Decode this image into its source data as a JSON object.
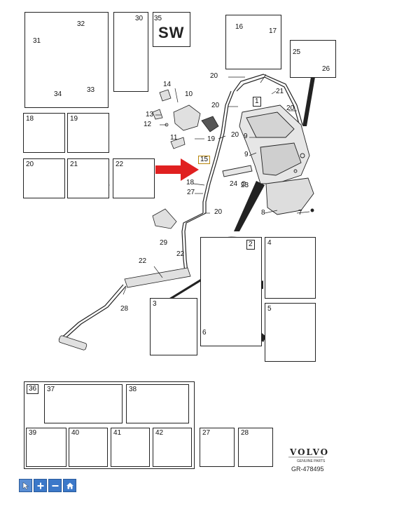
{
  "callouts": {
    "n1": "1",
    "n2": "2",
    "n3": "3",
    "n4": "4",
    "n5": "5",
    "n6": "6",
    "n7": "7",
    "n8": "8",
    "n9a": "9",
    "n9b": "9",
    "n10": "10",
    "n11": "11",
    "n12": "12",
    "n13": "13",
    "n14": "14",
    "n15": "15",
    "n16": "16",
    "n17": "17",
    "n18a": "18",
    "n18b": "18",
    "n19a": "19",
    "n19b": "19",
    "n20a": "20",
    "n20b": "20",
    "n20c": "20",
    "n20d": "20",
    "n20e": "20",
    "n20f": "20",
    "n21a": "21",
    "n21b": "21",
    "n22a": "22",
    "n22b": "22",
    "n22c": "22",
    "n23": "23",
    "n24": "24",
    "n25": "25",
    "n26": "26",
    "n27a": "27",
    "n27b": "27",
    "n28a": "28",
    "n28b": "28",
    "n29": "29",
    "n30": "30",
    "n31": "31",
    "n32": "32",
    "n33": "33",
    "n34": "34",
    "n35": "35",
    "n36": "36",
    "n37": "37",
    "n38": "38",
    "n39": "39",
    "n40": "40",
    "n41": "41",
    "n42": "42"
  },
  "sw_label": "SW",
  "brand": {
    "name": "VOLVO",
    "sub": "GENUINE PARTS",
    "ref": "GR-478495"
  },
  "colors": {
    "arrow": "#e02020",
    "toolbar": "#3b78c9",
    "line": "#222222",
    "part": "#9a9a9a"
  },
  "toolbar": {
    "icons": [
      "cursor-icon",
      "zoom-in-icon",
      "zoom-out-icon",
      "home-icon"
    ]
  }
}
